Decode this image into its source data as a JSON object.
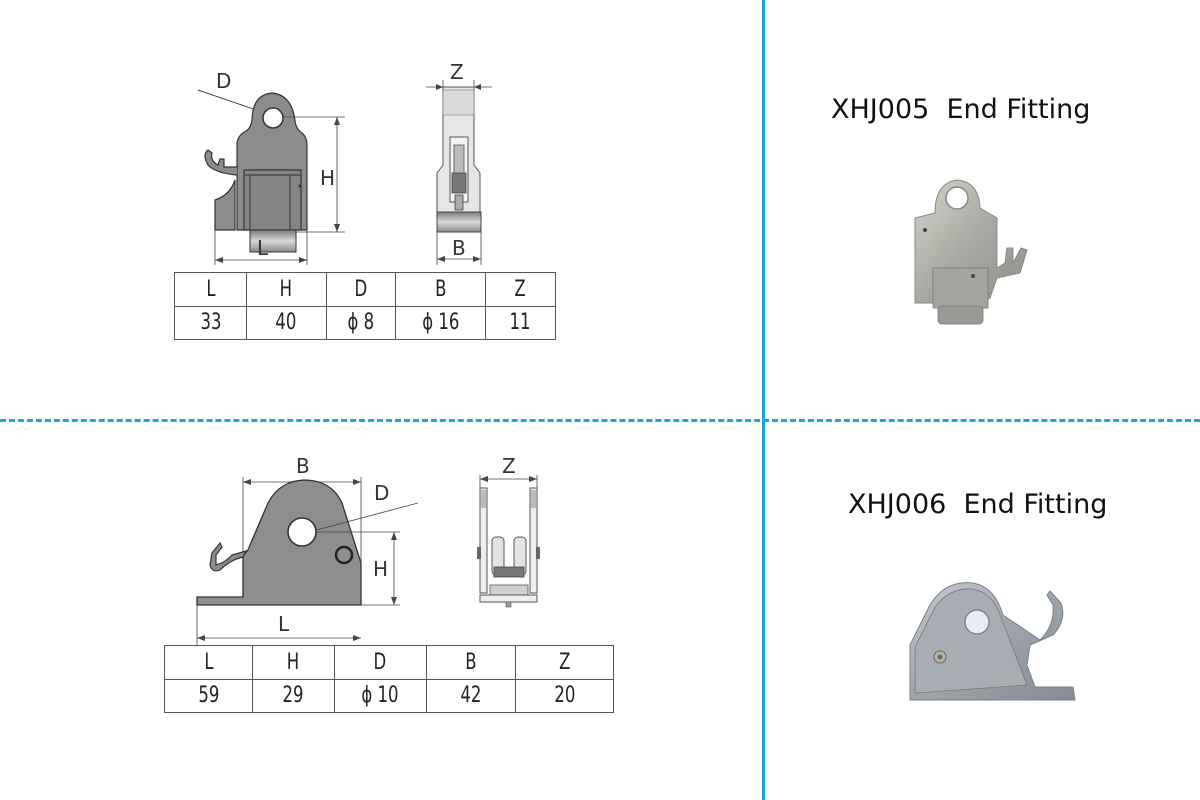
{
  "layout": {
    "divider_color": "#1aa9d4"
  },
  "products": [
    {
      "model": "XHJ005",
      "title": "XHJ005  End Fitting",
      "name": "End Fitting",
      "drawing_labels": {
        "D": "D",
        "H": "H",
        "L": "L",
        "Z": "Z",
        "B": "B"
      },
      "spec_table": {
        "headers": [
          "L",
          "H",
          "D",
          "B",
          "Z"
        ],
        "values": [
          "33",
          "40",
          "ϕ 8",
          "ϕ 16",
          "11"
        ]
      }
    },
    {
      "model": "XHJ006",
      "title": "XHJ006  End Fitting",
      "name": "End Fitting",
      "drawing_labels": {
        "B": "B",
        "D": "D",
        "H": "H",
        "L": "L",
        "Z": "Z"
      },
      "spec_table": {
        "headers": [
          "L",
          "H",
          "D",
          "B",
          "Z"
        ],
        "values": [
          "59",
          "29",
          "ϕ 10",
          "42",
          "20"
        ]
      }
    }
  ]
}
